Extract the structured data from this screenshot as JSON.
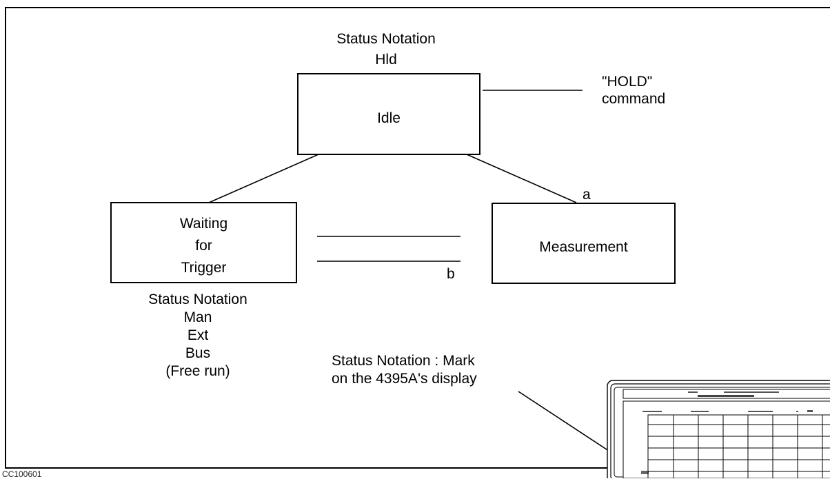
{
  "figure_code": "CC100601",
  "states": {
    "idle": {
      "label": "Idle",
      "status_heading": "Status Notation",
      "status": "Hld"
    },
    "waiting": {
      "label_lines": [
        "Waiting",
        "for",
        "Trigger"
      ],
      "status_heading": "Status Notation",
      "status_lines": [
        "Man",
        "Ext",
        "Bus",
        "(Free run)"
      ]
    },
    "measurement": {
      "label": "Measurement"
    }
  },
  "hold_command_lines": [
    "\"HOLD\"",
    "command"
  ],
  "transition_labels": {
    "a": "a",
    "b": "b"
  },
  "display_note_lines": [
    "Status Notation : Mark",
    "on the 4395A's display"
  ]
}
